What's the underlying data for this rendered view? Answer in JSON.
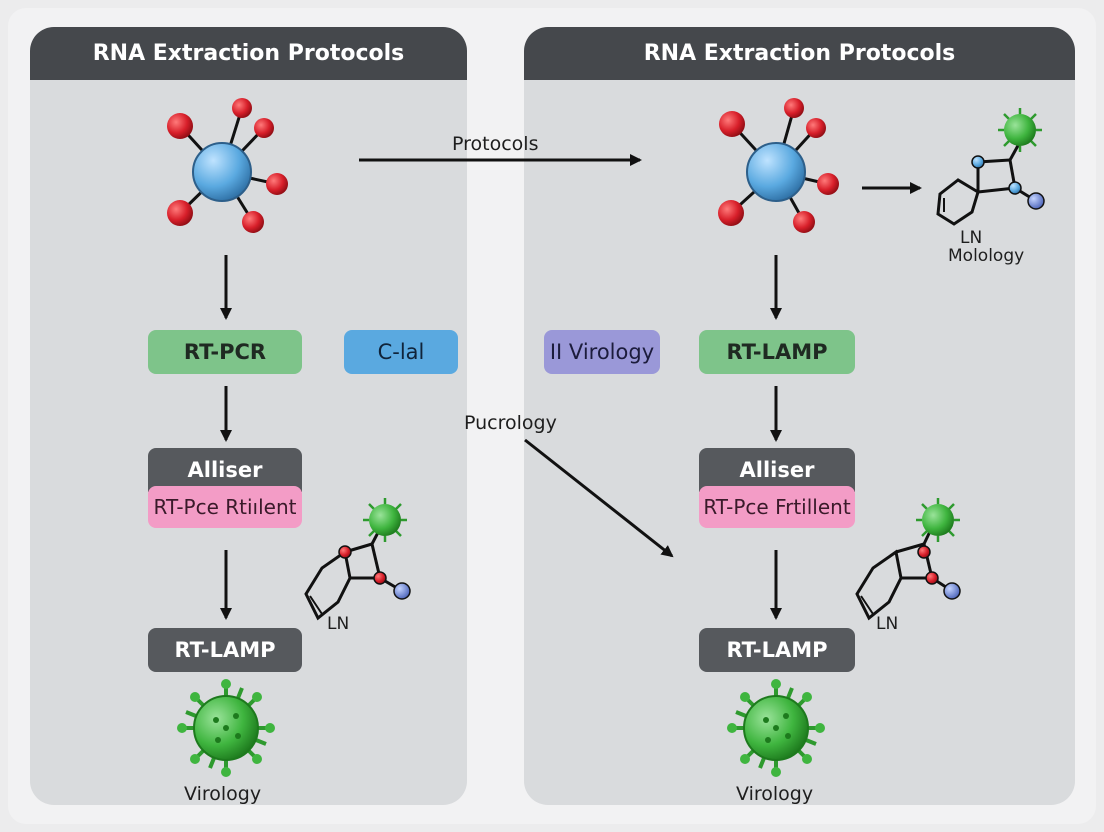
{
  "panels": {
    "left": {
      "title": "RNA Extraction Protocols",
      "rt_pcr": "RT-PCR",
      "alliser": "Alliser",
      "pink_label": "RT-Pce Rtiılent",
      "rt_lamp": "RT-LAMP",
      "bottom_label": "Virology",
      "ring_label": "LN"
    },
    "right": {
      "title": "RNA Extraction Protocols",
      "rt_lamp_top": "RT-LAMP",
      "alliser": "Alliser",
      "pink_label": "RT-Pce Frtillent",
      "rt_lamp": "RT-LAMP",
      "bottom_label": "Virology",
      "ring_label": "LN",
      "ring_label_top": "LN",
      "molology": "Molology"
    }
  },
  "middle": {
    "c_lal": "C-lal",
    "virology_tag": "II Virology",
    "protocols_arrow_label": "Protocols",
    "pucrology_label": "Pucrology"
  },
  "colors": {
    "header": "#45484c",
    "green": "#7ec48a",
    "blue": "#5aa9e0",
    "purple": "#9a98d8",
    "pink": "#f39cc6",
    "dark": "#56595d",
    "molecule_red": "#d81f2a",
    "molecule_blue": "#5aa9e0",
    "virus_green": "#3fb53f"
  }
}
